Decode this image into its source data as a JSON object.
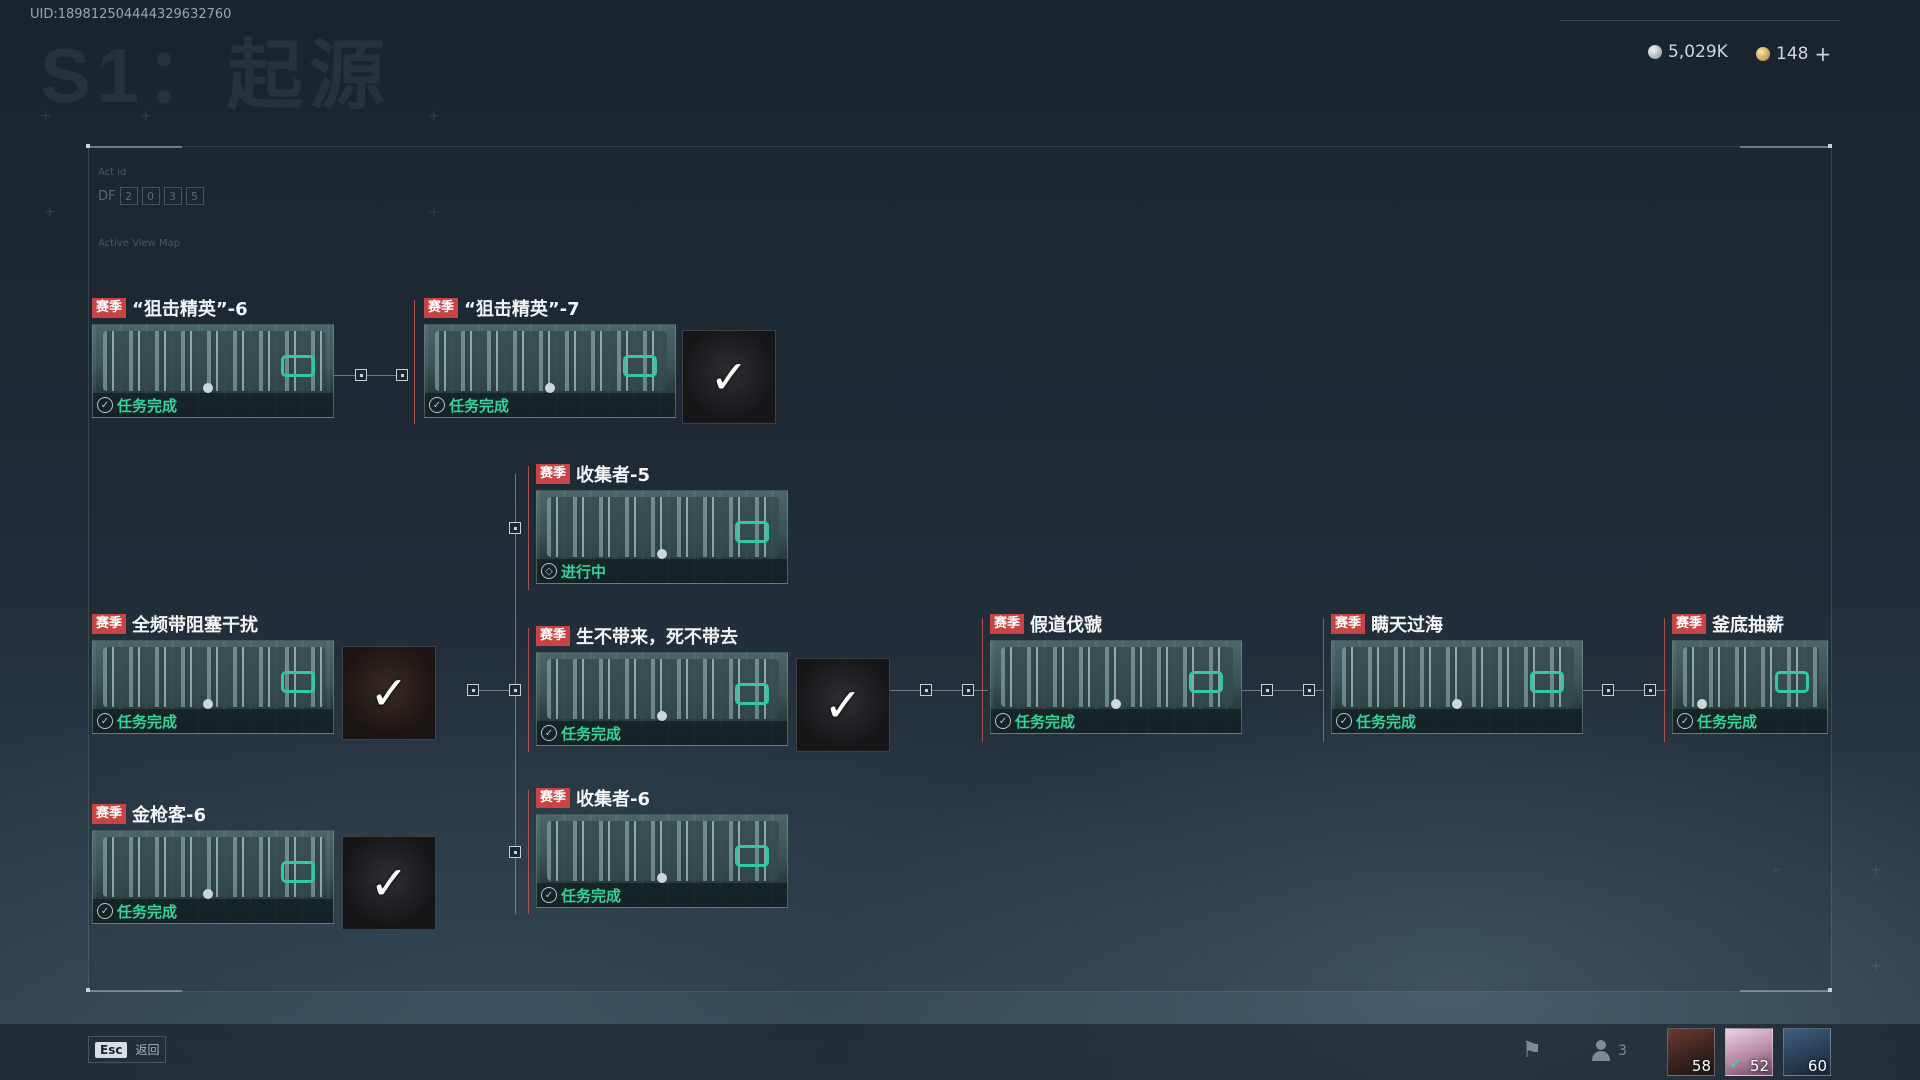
{
  "header": {
    "uid": "UID:1898125044443296327​60",
    "season_title": "S1：起源",
    "currency_silver": "5,029K",
    "currency_gold": "148",
    "plus": "+"
  },
  "panel": {
    "act_label": "Act id",
    "df_prefix": "DF",
    "df_digits": [
      "2",
      "0",
      "3",
      "5"
    ],
    "map_label": "Active View Map"
  },
  "tag_label": "赛季",
  "tasks": {
    "sniper6": {
      "name": "“狙击精英”-6",
      "status": "任务完成"
    },
    "sniper7": {
      "name": "“狙击精英”-7",
      "status": "任务完成"
    },
    "collector5": {
      "name": "收集者-5",
      "status": "进行中"
    },
    "jam": {
      "name": "全频带阻塞干扰",
      "status": "任务完成"
    },
    "life": {
      "name": "生不带来，死不带去",
      "status": "任务完成"
    },
    "gun": {
      "name": "金枪客-6",
      "status": "任务完成"
    },
    "collector6": {
      "name": "收集者-6",
      "status": "任务完成"
    },
    "fake": {
      "name": "假道伐虢",
      "status": "任务完成"
    },
    "sea": {
      "name": "瞒天过海",
      "status": "任务完成"
    },
    "pot": {
      "name": "釜底抽薪",
      "status": "任务完成"
    }
  },
  "bottom": {
    "esc_key": "Esc",
    "esc_label": "返回",
    "team_count": "3",
    "avatars": [
      {
        "level": "58"
      },
      {
        "level": "52"
      },
      {
        "level": "60"
      }
    ]
  },
  "icons": {
    "silver": "silver-coin-icon",
    "gold": "gold-coin-icon",
    "done": "medal-check-icon",
    "progress": "in-progress-icon",
    "flag": "flag-icon",
    "team": "team-icon"
  },
  "colors": {
    "tag_red": "#c84444",
    "status_green": "#34d398",
    "accent_teal": "#33c9a0"
  }
}
